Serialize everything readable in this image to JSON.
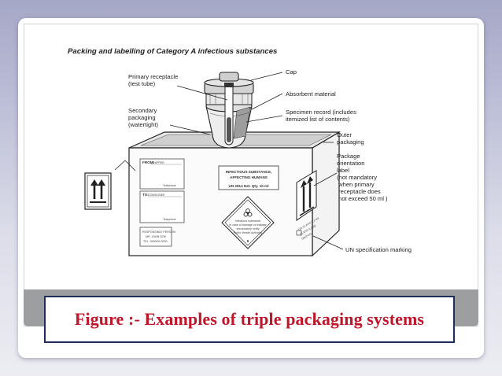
{
  "figure": {
    "title": "Packing and labelling of Category A infectious substances",
    "labels": {
      "primary_receptacle": [
        "Primary receptacle",
        "(test tube)"
      ],
      "secondary_packaging": [
        "Secondary",
        "packaging",
        "(watertight)"
      ],
      "cap": "Cap",
      "absorbent_material": "Absorbent material",
      "specimen_record": [
        "Specimen record (includes",
        "itemized list of contents)"
      ],
      "outer_packaging": [
        "Outer",
        "packaging"
      ],
      "package_orientation_label": [
        "Package",
        "orientation",
        "label",
        "(not mandatory",
        " when primary",
        " receptacle does",
        " not exceed 50 ml )"
      ],
      "un_specification_marking": "UN specification marking"
    },
    "box_text": {
      "from": "FROM:",
      "from_sub": "SHIPPER",
      "to": "TO:",
      "to_sub": "CONSIGNEE",
      "telephone": "Telephone",
      "infectious_line1": "INFECTIOUS SUBSTANCE,",
      "infectious_line2": "AFFECTING HUMANS",
      "un_line": "UN 2814   Net. Qty. 10 ml",
      "responsible_line1": "RESPONSIBLE PERSON:",
      "responsible_line2": "MR. JOHN DOE",
      "responsible_line3": "TEL: 00000/0 0000",
      "diamond_line1": "Infectious substance",
      "diamond_line2": "In case of damage or leakage",
      "diamond_line3": "immediately notify",
      "diamond_line4": "Public Health Authority",
      "diamond_number": "6",
      "side_marking_line1": "UN CLASS 6.2 4G",
      "side_marking_line2": "CLASS 6.2/99",
      "side_marking_line3": "GB/2470"
    }
  },
  "caption": "Figure :- Examples of triple packaging systems",
  "colors": {
    "caption_text": "#c0162a",
    "caption_border": "#1f2d5c",
    "background_top": "#a5a7c6",
    "band": "#9c9ea0"
  }
}
